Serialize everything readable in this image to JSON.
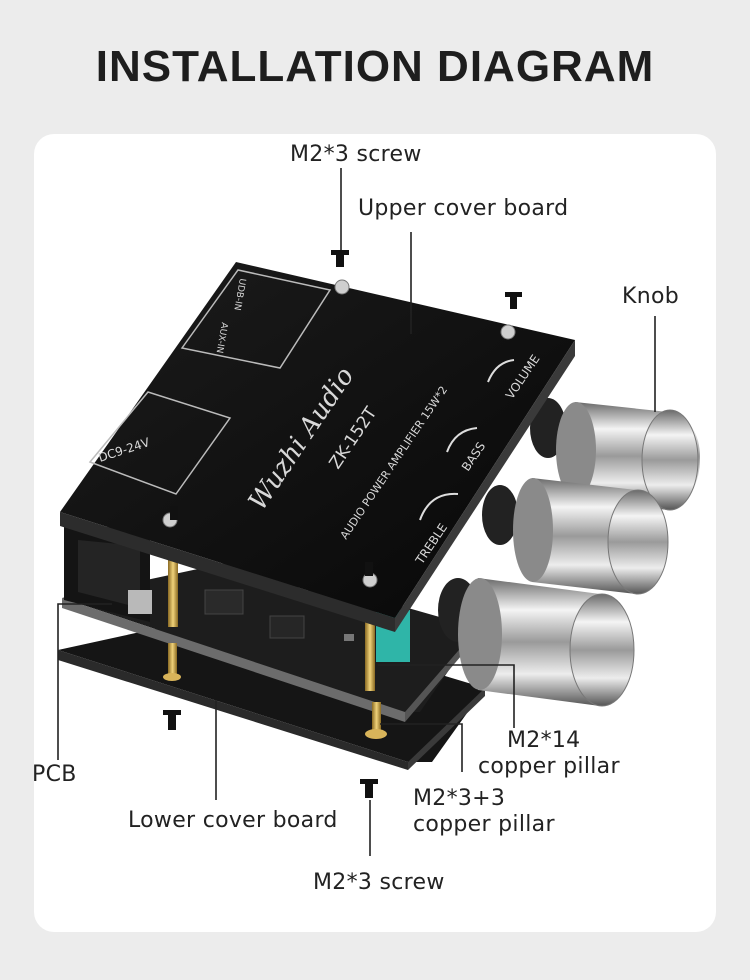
{
  "page": {
    "title": "INSTALLATION DIAGRAM"
  },
  "labels": {
    "screw_top": "M2*3 screw",
    "upper_cover": "Upper cover board",
    "knob": "Knob",
    "pcb": "PCB",
    "lower_cover": "Lower cover board",
    "pillar14_line1": "M2*14",
    "pillar14_line2": "copper pillar",
    "pillar3_line1": "M2*3+3",
    "pillar3_line2": "copper pillar",
    "screw_bottom": "M2*3 screw"
  },
  "board_print": {
    "brand": "Wuzhi Audio",
    "model": "ZK-152T",
    "subtitle": "AUDIO POWER AMPLIFIER 15W*2",
    "power": "DC9-24V",
    "usb": "UDB-IN",
    "aux": "AUX-IN",
    "treble": "TREBLE",
    "bass": "BASS",
    "volume": "VOLUME"
  },
  "colors": {
    "background": "#ececec",
    "card": "#ffffff",
    "board": "#111111",
    "print": "#d8d8d8",
    "brass": "#c9a24a",
    "teal": "#2fb5a8"
  }
}
